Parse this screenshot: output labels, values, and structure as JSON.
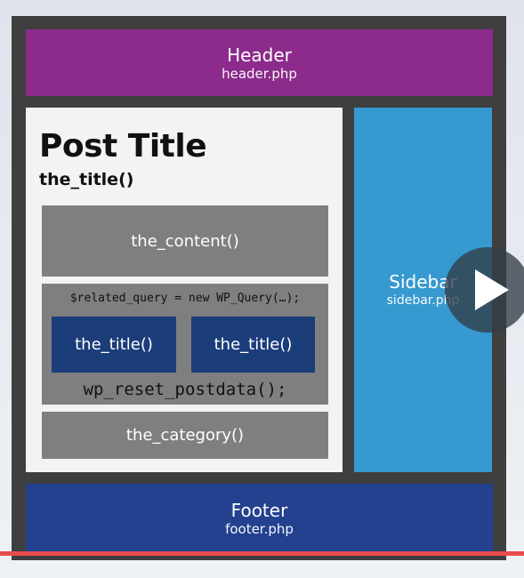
{
  "header": {
    "title": "Header",
    "file": "header.php"
  },
  "post": {
    "title": "Post Title",
    "title_fn": "the_title()"
  },
  "content_fn": "the_content()",
  "related": {
    "query": "$related_query = new WP_Query(…);",
    "items": [
      "the_title()",
      "the_title()"
    ],
    "reset": "wp_reset_postdata();"
  },
  "category_fn": "the_category()",
  "sidebar": {
    "title": "Sidebar",
    "file": "sidebar.php"
  },
  "footer": {
    "title": "Footer",
    "file": "footer.php"
  },
  "colors": {
    "header": "#8c2b8b",
    "sidebar": "#3699cf",
    "footer": "#23418f",
    "related": "#1b3d7a",
    "gray": "#7f7f7f",
    "progress": "#e84c4c"
  },
  "icons": {
    "play": "play-icon"
  }
}
